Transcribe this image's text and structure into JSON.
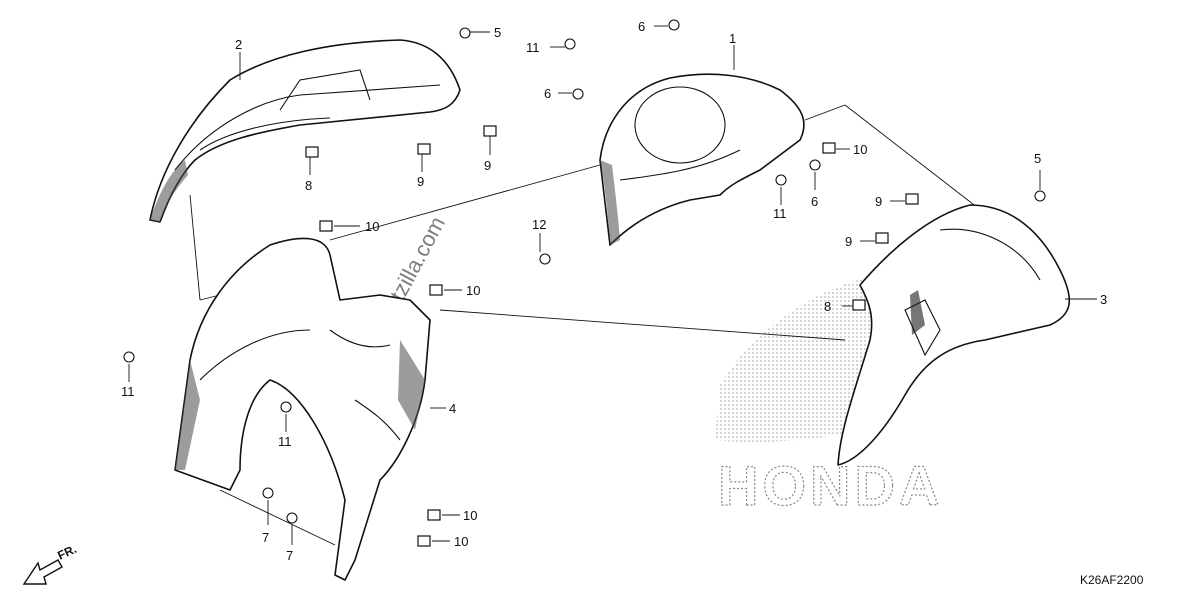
{
  "watermark": {
    "site_text": "©partzilla.com",
    "brand_logo_text": "HONDA"
  },
  "diagram_code": "K26AF2200",
  "front_indicator": "FR.",
  "callouts": {
    "c1": "1",
    "c2": "2",
    "c3": "3",
    "c4": "4",
    "c5a": "5",
    "c5b": "5",
    "c6a": "6",
    "c6b": "6",
    "c6c": "6",
    "c7a": "7",
    "c7b": "7",
    "c8a": "8",
    "c8b": "8",
    "c9a": "9",
    "c9b": "9",
    "c9c": "9",
    "c9d": "9",
    "c10a": "10",
    "c10b": "10",
    "c10c": "10",
    "c10d": "10",
    "c10e": "10",
    "c11a": "11",
    "c11b": "11",
    "c11c": "11",
    "c11d": "11",
    "c12": "12"
  }
}
